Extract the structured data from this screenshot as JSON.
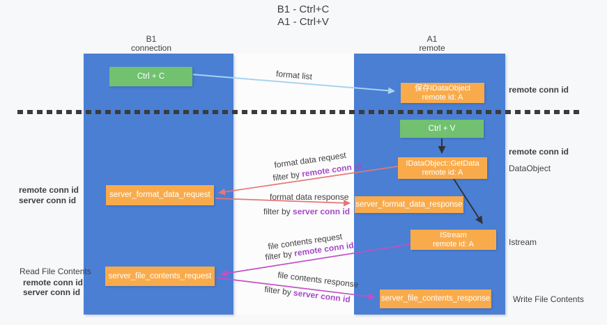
{
  "title": {
    "line1": "B1 - Ctrl+C",
    "line2": "A1 - Ctrl+V"
  },
  "lanes": {
    "left": {
      "header_line1": "B1",
      "header_line2": "connection"
    },
    "right": {
      "header_line1": "A1",
      "header_line2": "remote"
    }
  },
  "boxes": {
    "ctrl_c": {
      "label": "Ctrl + C"
    },
    "save_dataobject": {
      "line1": "保存IDataObject",
      "line2": "remote id: A"
    },
    "ctrl_v": {
      "label": "Ctrl + V"
    },
    "getdata": {
      "line1": "IDataObject::GetData",
      "line2": "remote id: A"
    },
    "format_request": {
      "label": "server_format_data_request"
    },
    "format_response": {
      "label": "server_format_data_response"
    },
    "istream": {
      "line1": "IStream",
      "line2": "remote id: A"
    },
    "file_request": {
      "label": "server_file_contents_request"
    },
    "file_response": {
      "label": "server_file_contents_response"
    }
  },
  "flow_labels": {
    "format_list": "format list",
    "format_data_request": "format data request",
    "format_data_request_filter_prefix": "filter by ",
    "format_data_request_filter_key": "remote conn id",
    "format_data_response": "format data response",
    "format_data_response_filter_prefix": "filter by ",
    "format_data_response_filter_key": "server conn id",
    "file_contents_request": "file contents request",
    "file_contents_request_filter_prefix": "filter by ",
    "file_contents_request_filter_key": "remote conn id",
    "file_contents_response": "file contents response",
    "file_contents_response_filter_prefix": "filter by ",
    "file_contents_response_filter_key": "server conn id"
  },
  "side_labels": {
    "left": {
      "format_remote": "remote conn id",
      "format_server": "server conn id",
      "read_file": "Read File Contents",
      "file_remote": "remote conn id",
      "file_server": "server conn id"
    },
    "right": {
      "top_remote": "remote conn id",
      "mid_remote": "remote conn id",
      "dataobject": "DataObject",
      "istream": "Istream",
      "write_file": "Write File Contents"
    }
  },
  "colors": {
    "lane_blue": "#4a7fd4",
    "box_green": "#71c171",
    "box_orange": "#f9ab4b",
    "purple_key_text": "#a649c8",
    "green_key_text": "#55ab55",
    "salmon_arrow": "#e87676",
    "magenta_arrow": "#c44fc4",
    "light_blue_arrow": "#a8d3f0",
    "black_arrow": "#333333",
    "dark_text": "#3f3f3f",
    "background": "#f7f8fa"
  }
}
